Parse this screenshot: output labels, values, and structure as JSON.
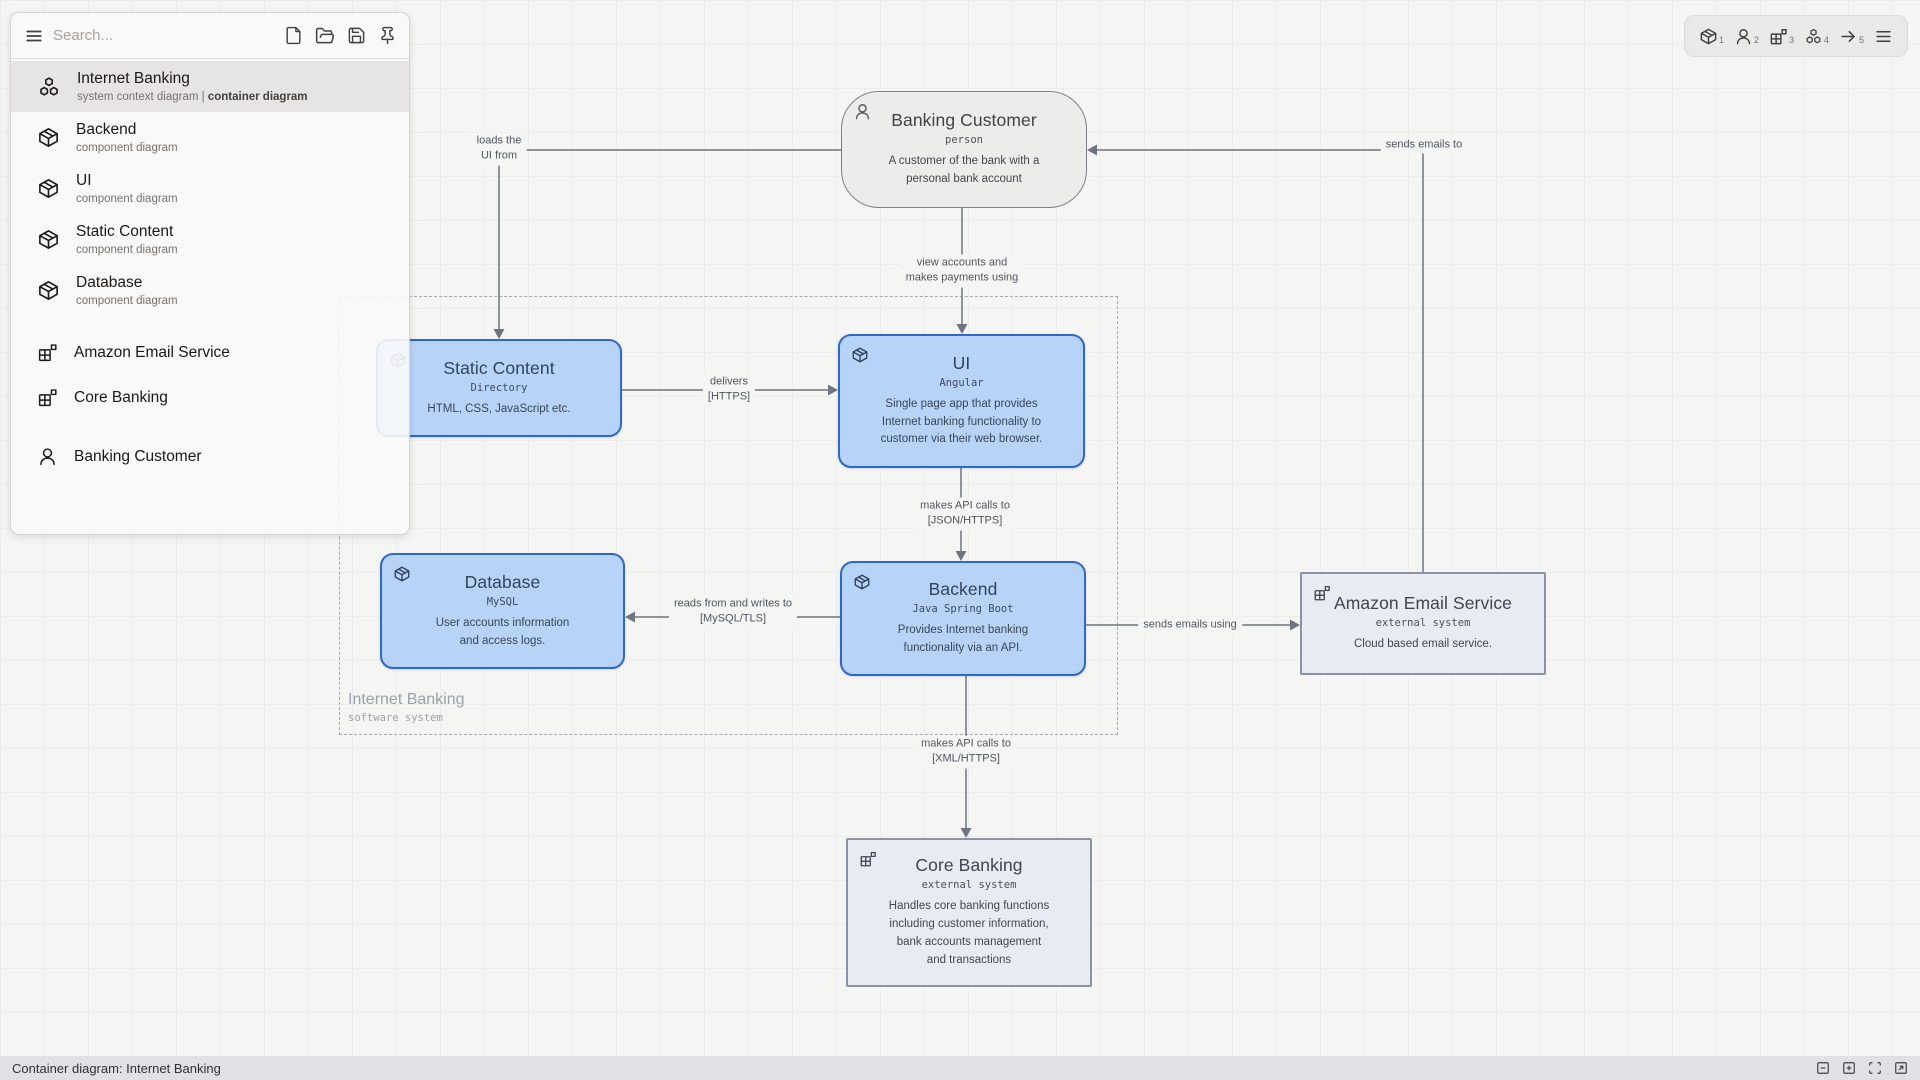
{
  "sidebar": {
    "search_placeholder": "Search...",
    "items": [
      {
        "title": "Internet Banking",
        "subtitle_normal": "system context diagram",
        "subtitle_sep": "|",
        "subtitle_bold": "container diagram"
      },
      {
        "title": "Backend",
        "subtitle": "component diagram"
      },
      {
        "title": "UI",
        "subtitle": "component diagram"
      },
      {
        "title": "Static Content",
        "subtitle": "component diagram"
      },
      {
        "title": "Database",
        "subtitle": "component diagram"
      },
      {
        "title": "Amazon Email Service"
      },
      {
        "title": "Core Banking"
      },
      {
        "title": "Banking Customer"
      }
    ]
  },
  "toolbar": {
    "badges": {
      "container": "1",
      "person": "2",
      "blocks": "3",
      "system": "4",
      "arrow": "5"
    }
  },
  "diagram": {
    "boundary": {
      "title": "Internet Banking",
      "type": "software system"
    },
    "nodes": {
      "banking_customer": {
        "title": "Banking Customer",
        "tech": "person",
        "desc_lines": [
          "A customer of the bank with a",
          "personal bank account"
        ]
      },
      "static_content": {
        "title": "Static Content",
        "tech": "Directory",
        "desc_lines": [
          "HTML, CSS, JavaScript etc."
        ]
      },
      "ui": {
        "title": "UI",
        "tech": "Angular",
        "desc_lines": [
          "Single page app that provides",
          "Internet banking functionality to",
          "customer via their web browser."
        ]
      },
      "database": {
        "title": "Database",
        "tech": "MySQL",
        "desc_lines": [
          "User accounts information",
          "and access logs."
        ]
      },
      "backend": {
        "title": "Backend",
        "tech": "Java Spring Boot",
        "desc_lines": [
          "Provides Internet banking",
          "functionality via an API."
        ]
      },
      "amazon_email": {
        "title": "Amazon Email Service",
        "tech": "external system",
        "desc_lines": [
          "Cloud based email service."
        ]
      },
      "core_banking": {
        "title": "Core Banking",
        "tech": "external system",
        "desc_lines": [
          "Handles core banking functions",
          "including customer information,",
          "bank accounts management",
          "and transactions"
        ]
      }
    },
    "edges": {
      "loads_ui": {
        "l1": "loads the",
        "l2": "UI from"
      },
      "sends_emails_to": {
        "l1": "sends emails to"
      },
      "view_accounts": {
        "l1": "view accounts and",
        "l2": "makes payments using"
      },
      "delivers": {
        "l1": "delivers",
        "l2": "[HTTPS]"
      },
      "api_json": {
        "l1": "makes API calls to",
        "l2": "[JSON/HTTPS]"
      },
      "reads_writes": {
        "l1": "reads from and writes to",
        "l2": "[MySQL/TLS]"
      },
      "sends_emails_using": {
        "l1": "sends emails using"
      },
      "api_xml": {
        "l1": "makes API calls to",
        "l2": "[XML/HTTPS]"
      }
    }
  },
  "statusbar": {
    "text": "Container diagram: Internet Banking"
  },
  "colors": {
    "container_fill": "#b7d4f8",
    "container_border": "#3068c9",
    "external_fill": "#e9ebf2",
    "external_border": "#8b94a4",
    "person_fill": "#ececea",
    "person_border": "#7e8187",
    "edge": "#6e7480",
    "canvas": "#f5f5f4"
  }
}
